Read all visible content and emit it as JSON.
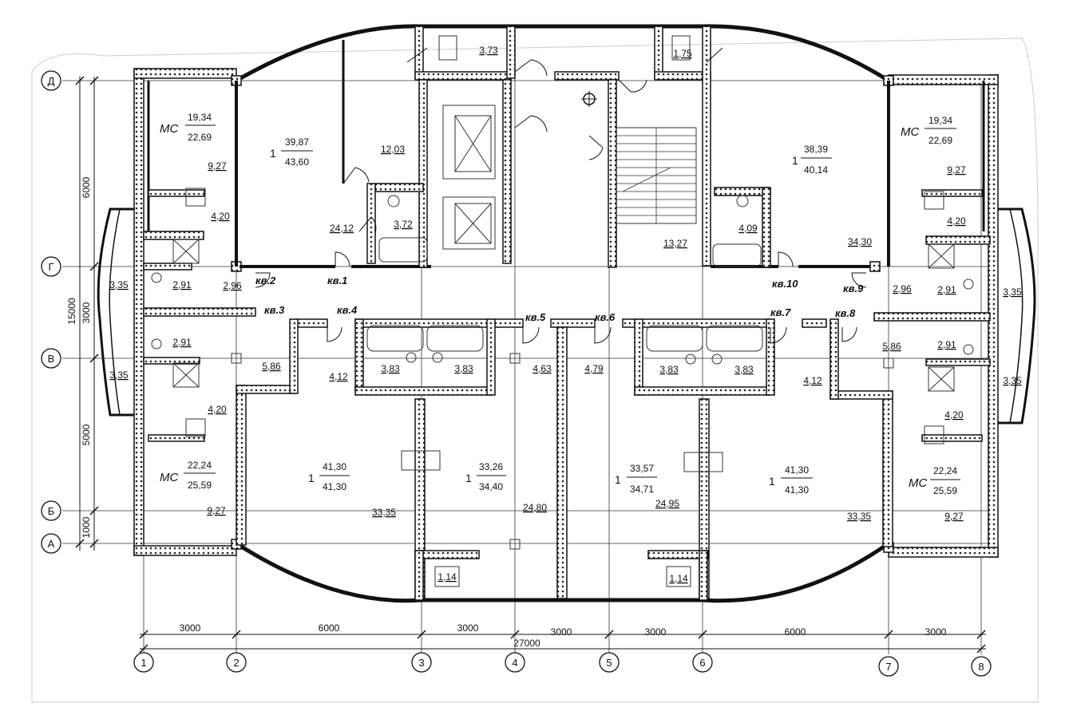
{
  "axes_letters": [
    "Д",
    "Г",
    "В",
    "Б",
    "А"
  ],
  "axes_numbers": [
    "1",
    "2",
    "3",
    "4",
    "5",
    "6",
    "7",
    "8"
  ],
  "dims_bottom": [
    "3000",
    "6000",
    "3000",
    "3000",
    "3000",
    "6000",
    "3000"
  ],
  "dim_total": "27000",
  "dims_left": [
    "6000",
    "3000",
    "5000",
    "1000"
  ],
  "dim_left_total": "15000",
  "apartment_labels": [
    "кв.1",
    "кв.2",
    "кв.3",
    "кв.4",
    "кв.5",
    "кв.6",
    "кв.7",
    "кв.8",
    "кв.9",
    "кв.10"
  ],
  "room_types": {
    "ms": "МС",
    "one": "1"
  },
  "room_fractions": [
    {
      "num": "19,34",
      "den": "22,69"
    },
    {
      "num": "39,87",
      "den": "43,60"
    },
    {
      "num": "38,39",
      "den": "40,14"
    },
    {
      "num": "19,34",
      "den": "22,69"
    },
    {
      "num": "22,24",
      "den": "25,59"
    },
    {
      "num": "41,30",
      "den": "41,30"
    },
    {
      "num": "33,26",
      "den": "34,40"
    },
    {
      "num": "33,57",
      "den": "34,71"
    },
    {
      "num": "41,30",
      "den": "41,30"
    },
    {
      "num": "22,24",
      "den": "25,59"
    }
  ],
  "areas": [
    "3,73",
    "1,75",
    "9,27",
    "12,03",
    "9,27",
    "4,20",
    "24,12",
    "3,72",
    "13,27",
    "4,09",
    "34,30",
    "4,20",
    "2,91",
    "2,96",
    "3,35",
    "2,96",
    "2,91",
    "3,35",
    "2,91",
    "5,86",
    "4,12",
    "3,83",
    "3,83",
    "4,63",
    "4,79",
    "3,83",
    "3,83",
    "4,12",
    "5,86",
    "2,91",
    "3,35",
    "3,35",
    "4,20",
    "4,20",
    "33,35",
    "24,80",
    "24,95",
    "33,35",
    "9,27",
    "9,27",
    "1,14",
    "1,14"
  ]
}
